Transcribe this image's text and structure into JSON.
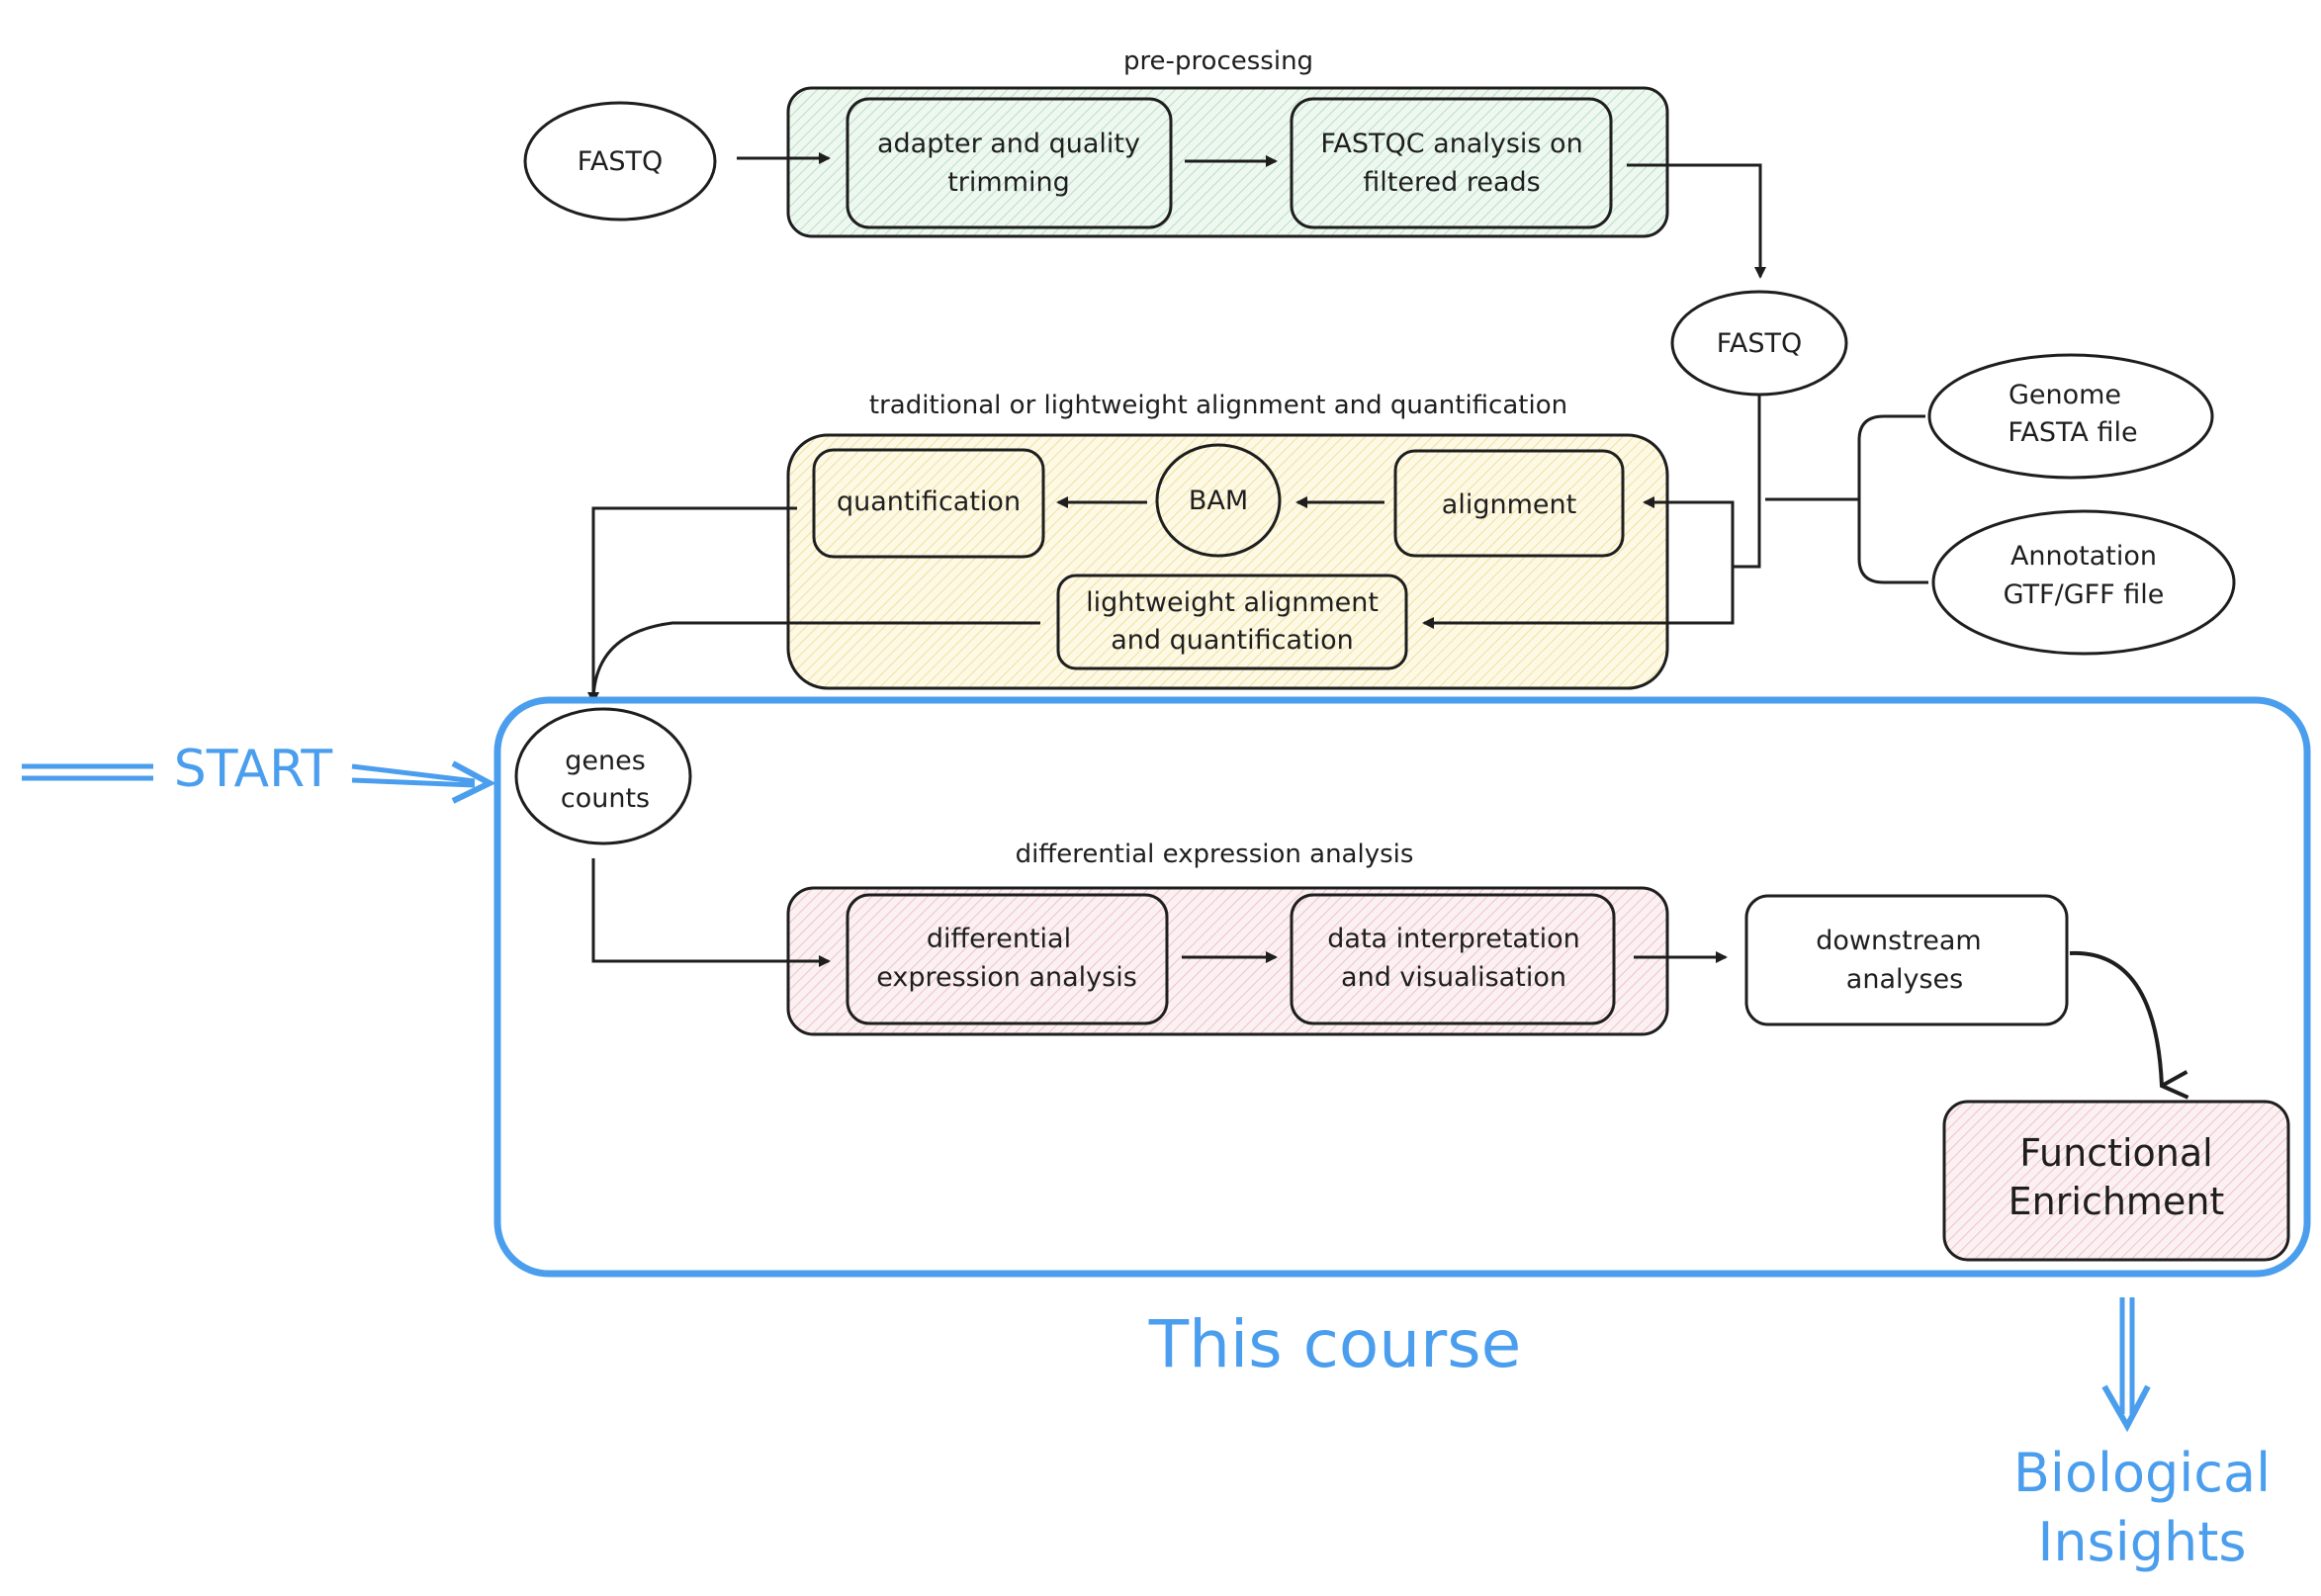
{
  "groups": {
    "preprocessing": {
      "title": "pre-processing",
      "color": "#e6f4ea"
    },
    "alignment": {
      "title": "traditional or lightweight alignment and quantification",
      "color": "#fbf6d8"
    },
    "de": {
      "title": "differential expression analysis",
      "color": "#f8e7ea"
    },
    "course": {
      "title": "This course",
      "color": "#4a9eed"
    }
  },
  "nodes": {
    "fastq_in": [
      "FASTQ"
    ],
    "trimming": [
      "adapter and quality",
      "trimming"
    ],
    "fastqc": [
      "FASTQC analysis on",
      "filtered reads"
    ],
    "fastq_out": [
      "FASTQ"
    ],
    "genome": [
      "Genome",
      "FASTA file"
    ],
    "annotation": [
      "Annotation",
      "GTF/GFF file"
    ],
    "alignment": [
      "alignment"
    ],
    "bam": [
      "BAM"
    ],
    "quantification": [
      "quantification"
    ],
    "lightweight": [
      "lightweight alignment",
      "and quantification"
    ],
    "gene_counts": [
      "genes",
      "counts"
    ],
    "de_analysis": [
      "differential",
      "expression analysis"
    ],
    "interpretation": [
      "data interpretation",
      "and visualisation"
    ],
    "downstream": [
      "downstream",
      "analyses"
    ],
    "enrichment": [
      "Functional",
      "Enrichment"
    ],
    "start": [
      "START"
    ],
    "insights": [
      "Biological",
      "Insights"
    ]
  },
  "colors": {
    "accent_blue": "#4a9eed",
    "enrichment_fill": "#f6e3ea",
    "stroke": "#1e1e1e"
  }
}
